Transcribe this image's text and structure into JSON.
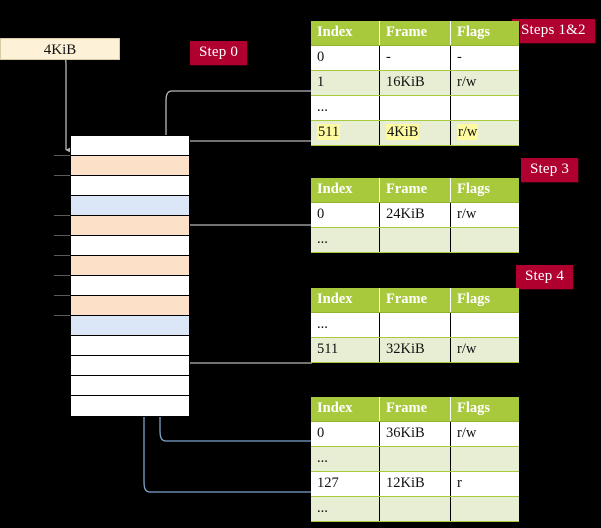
{
  "figure": {
    "title_present": false,
    "background": "#000000",
    "accent_green": "#a9c93c",
    "accent_red": "#b00030",
    "row_orange": "#fde0c8",
    "row_blue": "#dbe7f6",
    "highlight_yellow": "#fdfaa0",
    "page_box_fill": "#fdf2d8"
  },
  "badges": [
    {
      "id": "step-0",
      "label": "Step 0"
    },
    {
      "id": "steps-1-2",
      "label": "Steps 1&2"
    },
    {
      "id": "step-3",
      "label": "Step 3"
    },
    {
      "id": "step-4",
      "label": "Step 4"
    }
  ],
  "page_box": {
    "label": "4KiB"
  },
  "memory_grid": {
    "rows": [
      {
        "fill": "white"
      },
      {
        "fill": "orange"
      },
      {
        "fill": "white"
      },
      {
        "fill": "blue"
      },
      {
        "fill": "orange"
      },
      {
        "fill": "white"
      },
      {
        "fill": "orange"
      },
      {
        "fill": "white"
      },
      {
        "fill": "orange"
      },
      {
        "fill": "blue"
      },
      {
        "fill": "white"
      },
      {
        "fill": "white"
      },
      {
        "fill": "white"
      },
      {
        "fill": "white"
      }
    ]
  },
  "tables": [
    {
      "id": "table-level-0",
      "columns": [
        "Index",
        "Frame",
        "Flags"
      ],
      "rows": [
        {
          "cells": [
            "0",
            "-",
            "-"
          ],
          "alt": false,
          "highlight": false
        },
        {
          "cells": [
            "1",
            "16KiB",
            "r/w"
          ],
          "alt": true,
          "highlight": false
        },
        {
          "cells": [
            "...",
            "",
            ""
          ],
          "alt": false,
          "highlight": false
        },
        {
          "cells": [
            "511",
            "4KiB",
            "r/w"
          ],
          "alt": true,
          "highlight": true
        }
      ]
    },
    {
      "id": "table-level-1",
      "columns": [
        "Index",
        "Frame",
        "Flags"
      ],
      "rows": [
        {
          "cells": [
            "0",
            "24KiB",
            "r/w"
          ],
          "alt": false,
          "highlight": false
        },
        {
          "cells": [
            "...",
            "",
            ""
          ],
          "alt": true,
          "highlight": false
        }
      ]
    },
    {
      "id": "table-level-2",
      "columns": [
        "Index",
        "Frame",
        "Flags"
      ],
      "rows": [
        {
          "cells": [
            "...",
            "",
            ""
          ],
          "alt": false,
          "highlight": false
        },
        {
          "cells": [
            "511",
            "32KiB",
            "r/w"
          ],
          "alt": true,
          "highlight": false
        }
      ]
    },
    {
      "id": "table-level-3",
      "columns": [
        "Index",
        "Frame",
        "Flags"
      ],
      "rows": [
        {
          "cells": [
            "0",
            "36KiB",
            "r/w"
          ],
          "alt": false,
          "highlight": false
        },
        {
          "cells": [
            "...",
            "",
            ""
          ],
          "alt": true,
          "highlight": false
        },
        {
          "cells": [
            "127",
            "12KiB",
            "r"
          ],
          "alt": false,
          "highlight": false
        },
        {
          "cells": [
            "...",
            "",
            ""
          ],
          "alt": true,
          "highlight": false
        }
      ]
    }
  ]
}
